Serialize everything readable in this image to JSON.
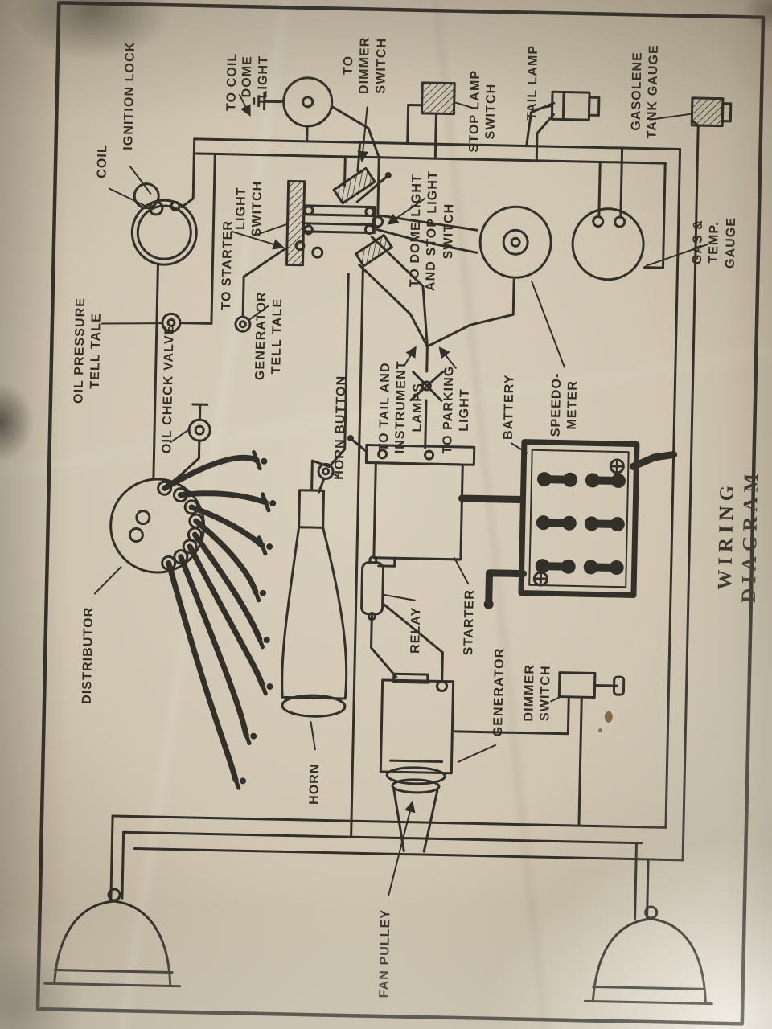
{
  "title": {
    "text": "WIRING DIAGRAM"
  },
  "colors": {
    "paper": "#cfc5b1",
    "ink": "#26241f"
  },
  "labels": {
    "coil": "COIL",
    "ignition_lock": "IGNITION LOCK",
    "to_coil": "TO COIL",
    "dome_light": "DOME\nLIGHT",
    "to_dimmer_switch": "TO\nDIMMER\nSWITCH",
    "stop_lamp_switch": "STOP LAMP\nSWITCH",
    "tail_lamp": "TAIL LAMP",
    "gasolene_tank_gauge": "GASOLENE\nTANK GAUGE",
    "light_switch": "LIGHT\nSWITCH",
    "to_starter": "TO STARTER",
    "to_dome_and_stop": "TO DOME LIGHT\nAND STOP LIGHT\nSWITCH",
    "gas_temp_gauge": "GAS & TEMP. GAUGE",
    "oil_pressure_tell_tale": "OIL PRESSURE\nTELL TALE",
    "oil_check_valve": "OIL CHECK VALVE",
    "generator_tell_tale": "GENERATOR\nTELL TALE",
    "to_tail_and_instrument_lamps": "TO TAIL AND\nINSTRUMENT\nLAMPS",
    "to_parking_light": "TO PARKING\nLIGHT",
    "battery": "BATTERY",
    "speedometer": "SPEEDO-\nMETER",
    "horn_button": "HORN BUTTON",
    "distributor": "DISTRIBUTOR",
    "relay": "RELAY",
    "starter": "STARTER",
    "horn": "HORN",
    "generator": "GENERATOR",
    "dimmer_switch": "DIMMER\nSWITCH",
    "fan_pulley": "FAN PULLEY"
  }
}
